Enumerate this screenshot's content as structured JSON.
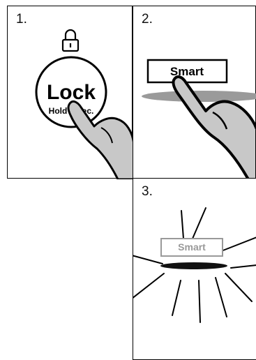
{
  "steps": [
    {
      "number": "1.",
      "button_label": "Lock",
      "hint_text": "Hold 3 Sec."
    },
    {
      "number": "2.",
      "button_label": "Smart"
    },
    {
      "number": "3.",
      "button_label": "Smart"
    }
  ]
}
